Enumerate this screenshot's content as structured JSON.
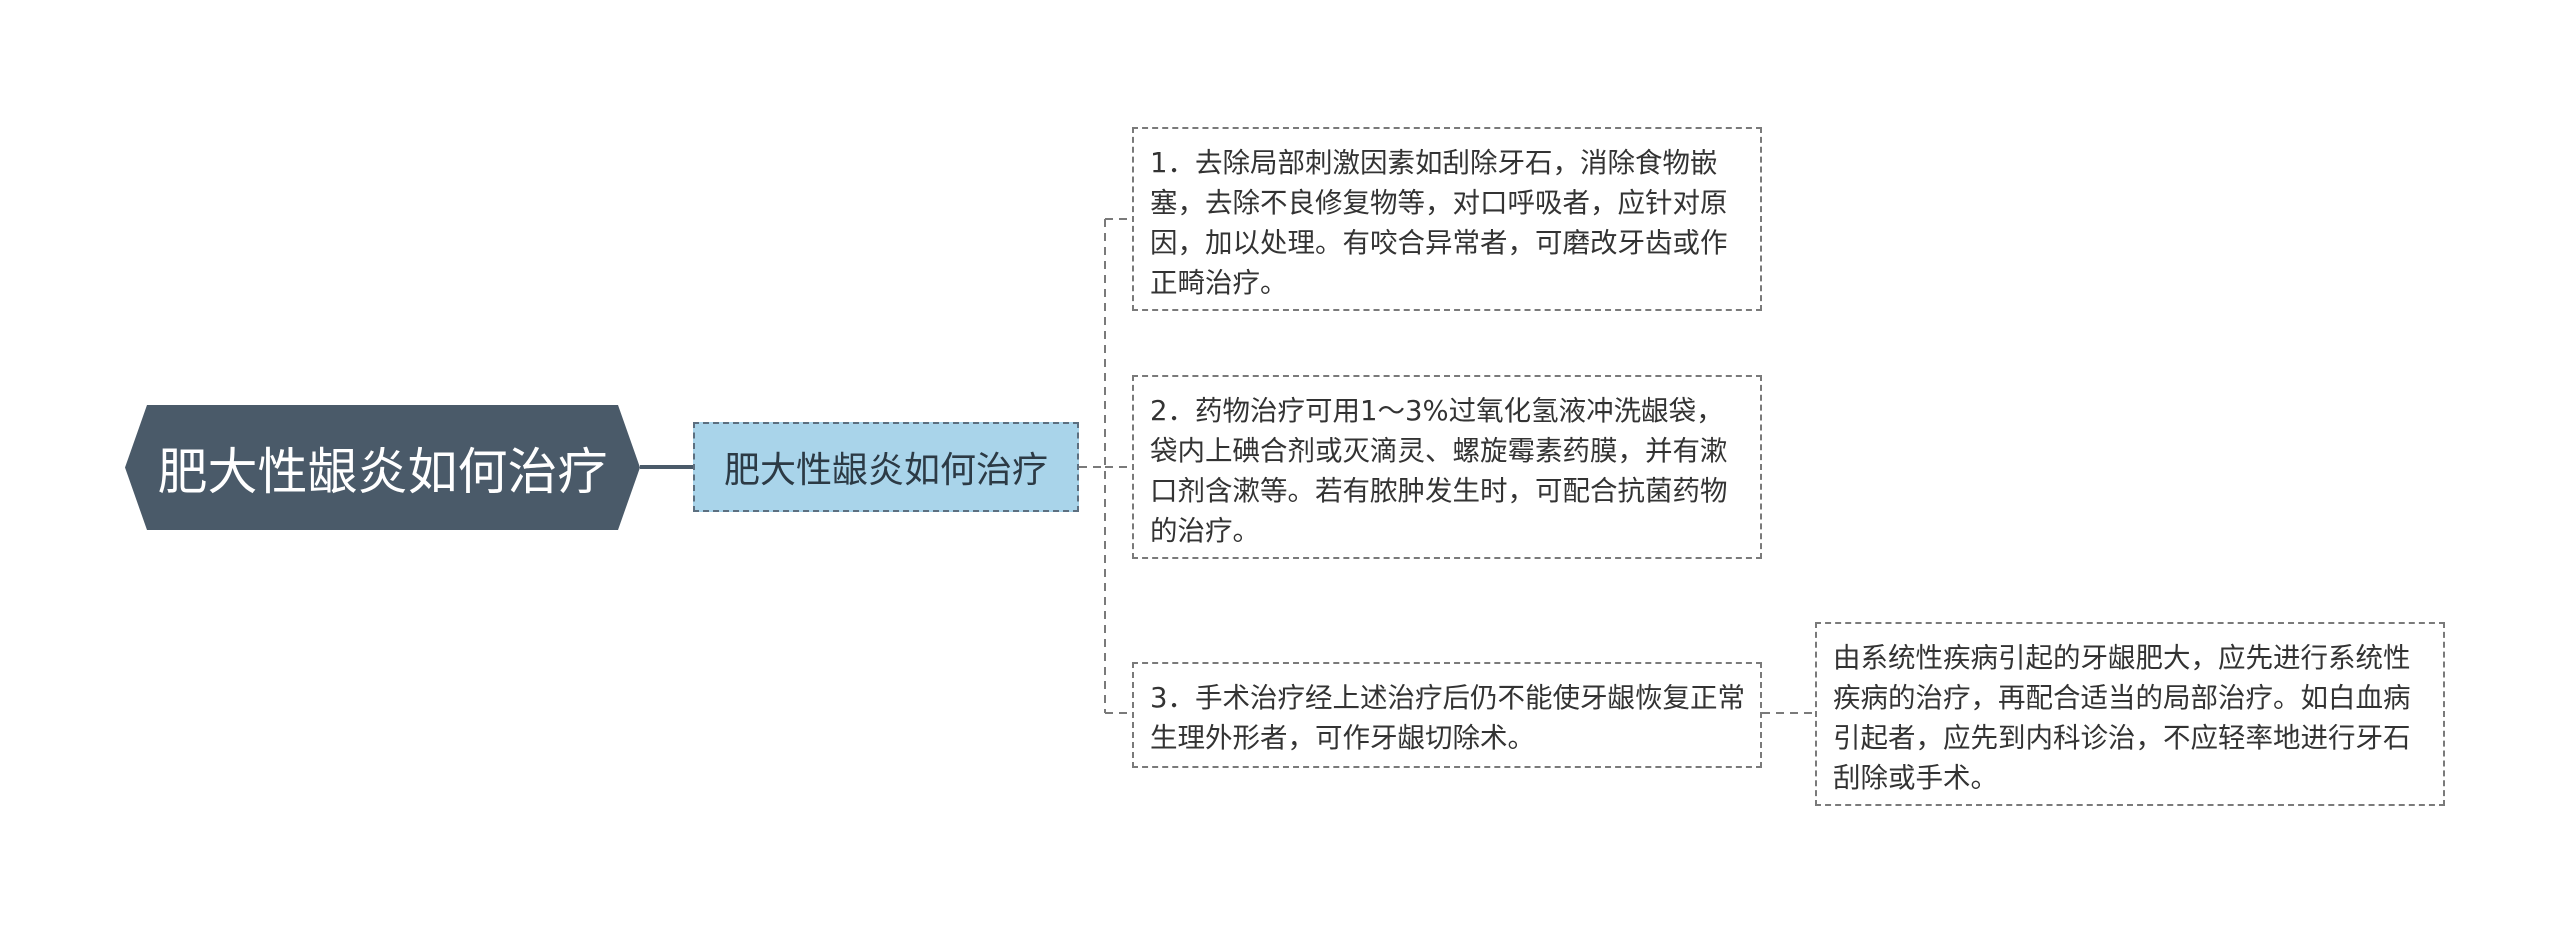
{
  "root": {
    "label": "肥大性龈炎如何治疗",
    "color": "#4a5a69"
  },
  "branch": {
    "label": "肥大性龈炎如何治疗",
    "color": "#a9d4ea"
  },
  "children": [
    {
      "text": "1．去除局部刺激因素如刮除牙石，消除食物嵌塞，去除不良修复物等，对口呼吸者，应针对原因，加以处理。有咬合异常者，可磨改牙齿或作正畸治疗。"
    },
    {
      "text": "2．药物治疗可用1～3%过氧化氢液冲洗龈袋，袋内上碘合剂或灭滴灵、螺旋霉素药膜，并有漱口剂含漱等。若有脓肿发生时，可配合抗菌药物的治疗。"
    },
    {
      "text": "3．手术治疗经上述治疗后仍不能使牙龈恢复正常生理外形者，可作牙龈切除术。"
    }
  ],
  "subchild": {
    "text": "由系统性疾病引起的牙龈肥大，应先进行系统性疾病的治疗，再配合适当的局部治疗。如白血病引起者，应先到内科诊治，不应轻率地进行牙石刮除或手术。"
  }
}
